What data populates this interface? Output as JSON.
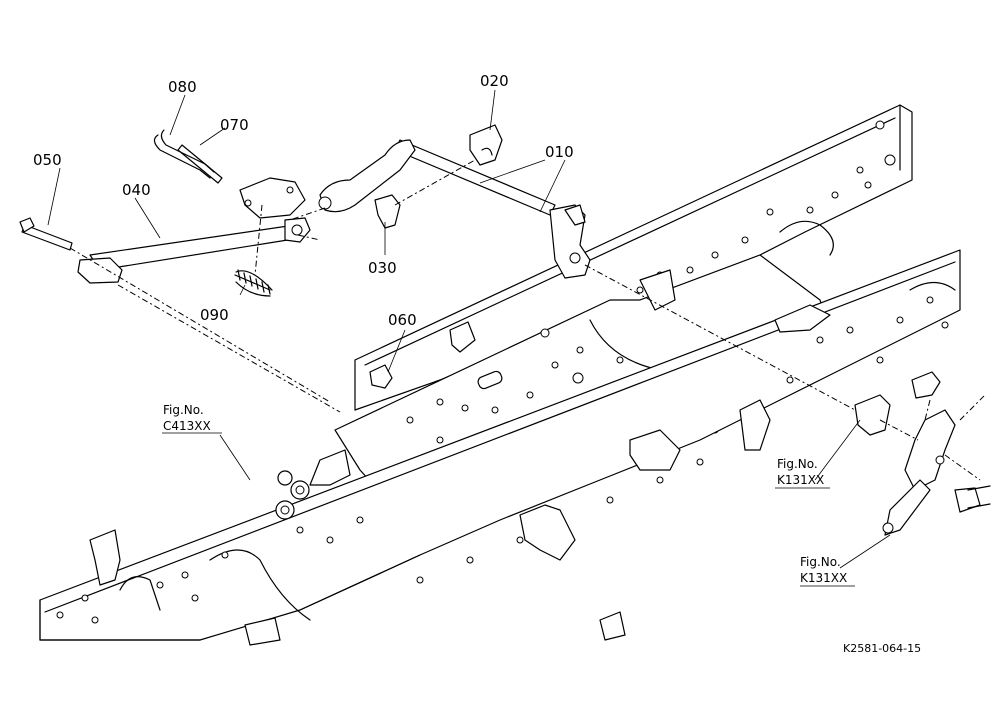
{
  "parts": [
    {
      "number": "010"
    },
    {
      "number": "020"
    },
    {
      "number": "030"
    },
    {
      "number": "040"
    },
    {
      "number": "050"
    },
    {
      "number": "060"
    },
    {
      "number": "070"
    },
    {
      "number": "080"
    },
    {
      "number": "090"
    }
  ],
  "references": [
    {
      "line1": "Fig.No.",
      "line2": "C413XX"
    },
    {
      "line1": "Fig.No.",
      "line2": "K131XX"
    },
    {
      "line1": "Fig.No.",
      "line2": "K131XX"
    }
  ],
  "drawing_code": "K2581-064-15"
}
